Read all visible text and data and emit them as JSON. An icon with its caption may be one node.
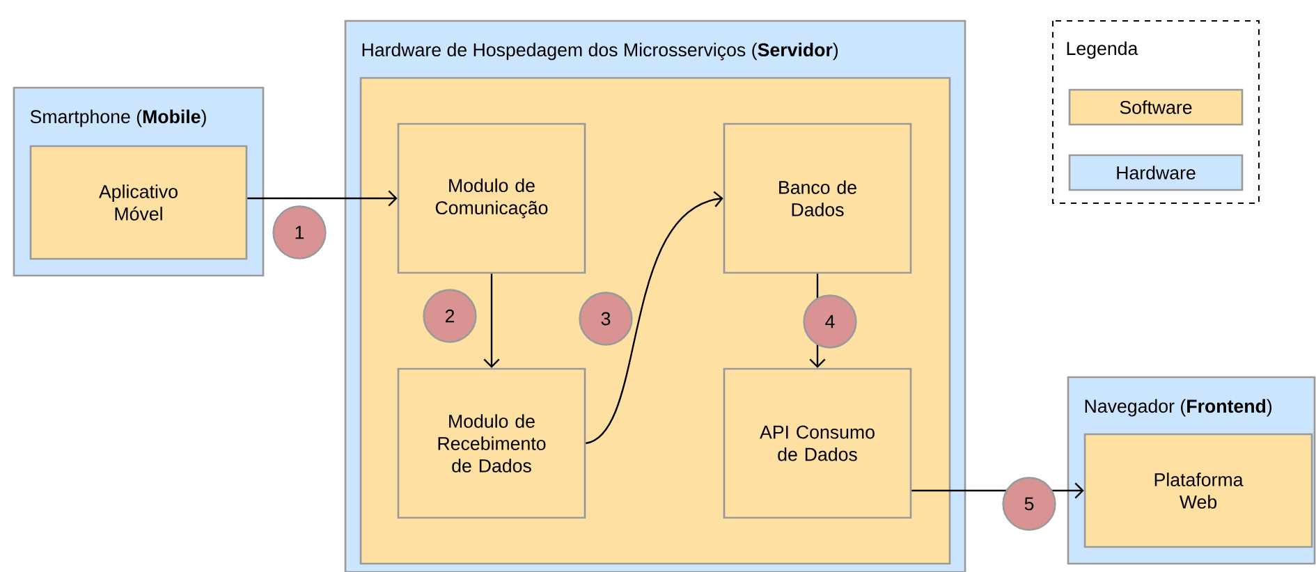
{
  "diagram": {
    "nodes": [
      {
        "text": [
          "Smartphone (**Mobile**)"
        ]
      },
      {
        "text": [
          "Aplicativo Móvel"
        ],
        "in": 0
      },
      {
        "text": [
          "Hardware de Hospedagem dos Microsserviços (**Servidor**)"
        ]
      },
      {
        "text": [],
        "shape": "box",
        "in": 2
      },
      {
        "text": [
          "Modulo de Comunicação"
        ],
        "in": 3
      },
      {
        "text": [
          "Modulo de Recebimento de Dados"
        ],
        "in": 3
      },
      {
        "text": [
          "Banco de Dados"
        ],
        "in": 3
      },
      {
        "text": [
          "API Consumo de Dados"
        ],
        "in": 3
      },
      {
        "text": [
          "Navegador (**Frontend**)"
        ]
      },
      {
        "text": [
          "Plataforma Web"
        ],
        "in": 8
      }
    ],
    "edges": [
      {
        "from": 1,
        "to": 4,
        "arrow": "to",
        "label": "1"
      },
      {
        "from": 4,
        "to": 5,
        "arrow": "to",
        "label": "2"
      },
      {
        "from": 5,
        "to": 6,
        "arrow": "to",
        "label": "3"
      },
      {
        "from": 6,
        "to": 7,
        "arrow": "to",
        "label": "4"
      },
      {
        "from": 7,
        "to": 9,
        "arrow": "to",
        "label": "5"
      }
    ],
    "labels": [
      "Legenda"
    ],
    "legend": [
      {
        "text": "Software",
        "color": "#fee0a3"
      },
      {
        "text": "Hardware",
        "color": "#cce5ff"
      }
    ]
  }
}
